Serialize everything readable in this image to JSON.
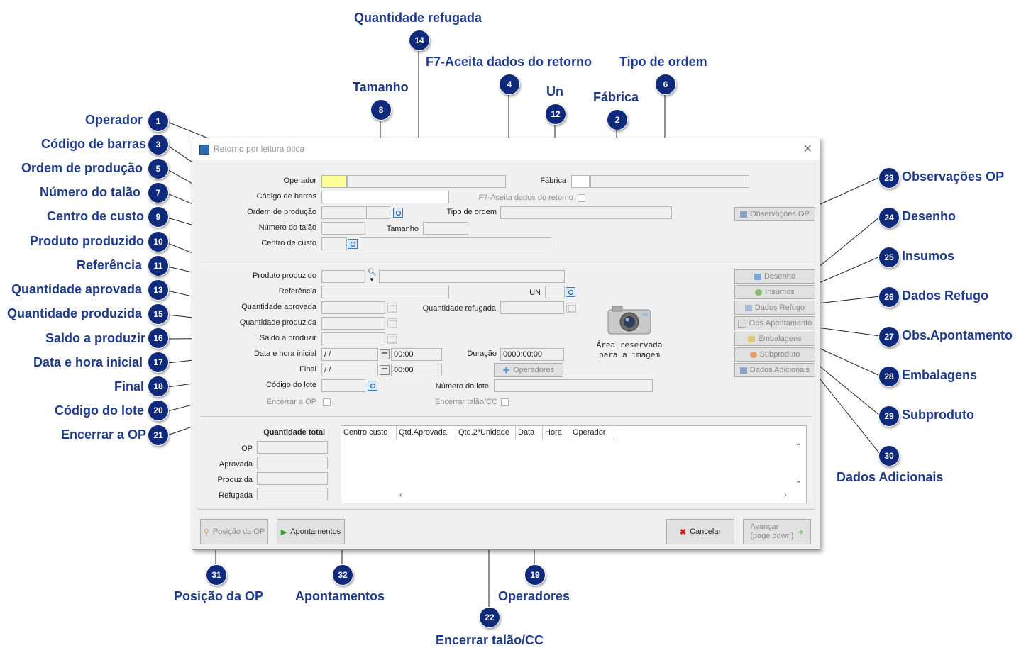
{
  "window": {
    "title": "Retorno por leitura ótica"
  },
  "form": {
    "operador": "Operador",
    "fabrica": "Fábrica",
    "codigo_barras": "Código de barras",
    "f7": "F7-Aceita dados do retorno",
    "ordem_producao": "Ordem de produção",
    "tipo_ordem": "Tipo de ordem",
    "numero_talao": "Número do talão",
    "tamanho": "Tamanho",
    "centro_custo": "Centro de custo",
    "produto_produzido": "Produto produzido",
    "referencia": "Referência",
    "un": "UN",
    "qtd_aprovada": "Quantidade aprovada",
    "qtd_refugada": "Quantidade refugada",
    "qtd_produzida": "Quantidade produzida",
    "saldo": "Saldo a produzir",
    "data_hora_inicial": "Data e hora inicial",
    "final": "Final",
    "duracao": "Duração",
    "codigo_lote": "Código do lote",
    "numero_lote": "Número do lote",
    "encerrar_op": "Encerrar a OP",
    "encerrar_talao": "Encerrar talão/CC",
    "date_value": " / /",
    "time_value": "00:00",
    "duracao_value": "0000:00:00",
    "image_text_1": "Área reservada",
    "image_text_2": "para a imagem"
  },
  "side_buttons": {
    "observacoes_op": "Observações OP",
    "desenho": "Desenho",
    "insumos": "Insumos",
    "dados_refugo": "Dados Refugo",
    "obs_apontamento": "Obs.Apontamento",
    "embalagens": "Embalagens",
    "subproduto": "Subproduto",
    "dados_adicionais": "Dados Adicionais"
  },
  "operadores_button": "Operadores",
  "totals": {
    "header": "Quantidade total",
    "op": "OP",
    "aprovada": "Aprovada",
    "produzida": "Produzida",
    "refugada": "Refugada"
  },
  "grid_columns": [
    "Centro custo",
    "Qtd.Aprovada",
    "Qtd.2ªUnidade",
    "Data",
    "Hora",
    "Operador"
  ],
  "bottom_buttons": {
    "posicao_op": "Posição da OP",
    "apontamentos": "Apontamentos",
    "cancelar": "Cancelar",
    "avancar_1": "Avançar",
    "avancar_2": "(page down)"
  },
  "callouts": [
    {
      "n": "1",
      "label": "Operador"
    },
    {
      "n": "2",
      "label": "Fábrica"
    },
    {
      "n": "3",
      "label": "Código de barras"
    },
    {
      "n": "4",
      "label": "F7-Aceita dados do retorno"
    },
    {
      "n": "5",
      "label": "Ordem de produção"
    },
    {
      "n": "6",
      "label": "Tipo de ordem"
    },
    {
      "n": "7",
      "label": "Número do talão"
    },
    {
      "n": "8",
      "label": "Tamanho"
    },
    {
      "n": "9",
      "label": "Centro de custo"
    },
    {
      "n": "10",
      "label": "Produto produzido"
    },
    {
      "n": "11",
      "label": "Referência"
    },
    {
      "n": "12",
      "label": "Un"
    },
    {
      "n": "13",
      "label": "Quantidade aprovada"
    },
    {
      "n": "14",
      "label": "Quantidade refugada"
    },
    {
      "n": "15",
      "label": "Quantidade produzida"
    },
    {
      "n": "16",
      "label": "Saldo a produzir"
    },
    {
      "n": "17",
      "label": "Data e hora inicial"
    },
    {
      "n": "18",
      "label": "Final"
    },
    {
      "n": "19",
      "label": "Operadores"
    },
    {
      "n": "20",
      "label": "Código do lote"
    },
    {
      "n": "21",
      "label": "Encerrar a OP"
    },
    {
      "n": "22",
      "label": "Encerrar talão/CC"
    },
    {
      "n": "23",
      "label": "Observações OP"
    },
    {
      "n": "24",
      "label": "Desenho"
    },
    {
      "n": "25",
      "label": "Insumos"
    },
    {
      "n": "26",
      "label": "Dados Refugo"
    },
    {
      "n": "27",
      "label": "Obs.Apontamento"
    },
    {
      "n": "28",
      "label": "Embalagens"
    },
    {
      "n": "29",
      "label": "Subproduto"
    },
    {
      "n": "30",
      "label": "Dados Adicionais"
    },
    {
      "n": "31",
      "label": "Posição da OP"
    },
    {
      "n": "32",
      "label": "Apontamentos"
    }
  ],
  "colors": {
    "callout_text": "#1f3a8a",
    "badge": "#0f2a7a",
    "operator_field": "#ffff99"
  }
}
